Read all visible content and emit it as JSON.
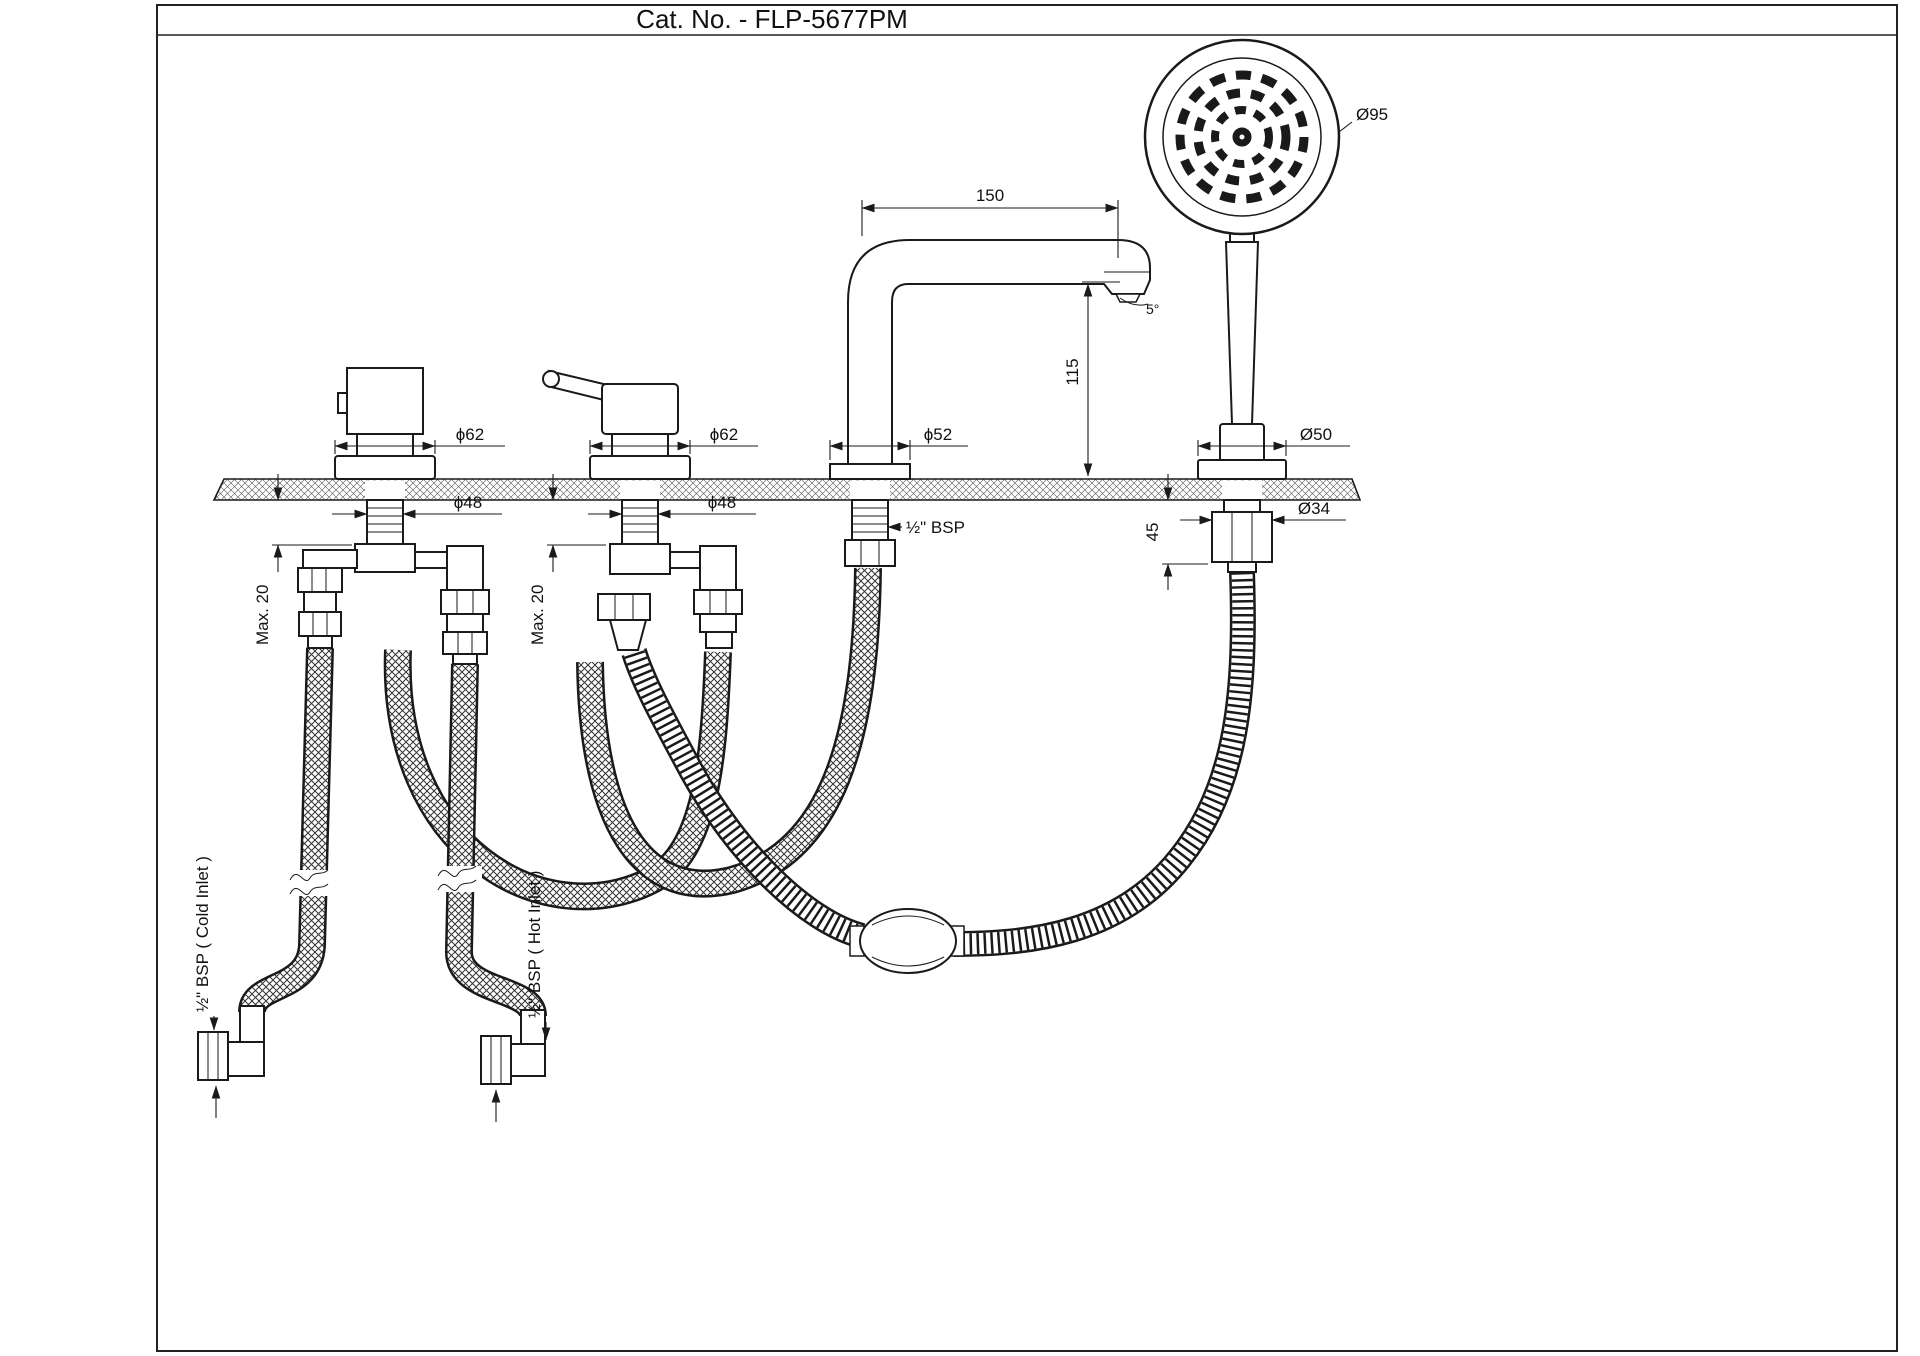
{
  "title_block": {
    "catalog_number_label": "Cat. No. - FLP-5677PM"
  },
  "annotations": {
    "shower_head_diameter": "Ø95",
    "shower_holder_flange_diameter": "Ø50",
    "shower_holder_nut_diameter": "Ø34",
    "shower_holder_under_deck_depth": "45",
    "spout_reach": "150",
    "spout_height": "115",
    "spout_outlet_angle": "5°",
    "spout_flange_diameter": "ϕ52",
    "spout_thread": "½\" BSP",
    "left_valve_flange_diameter": "ϕ62",
    "right_valve_flange_diameter": "ϕ62",
    "left_valve_shank_diameter": "ϕ48",
    "right_valve_shank_diameter": "ϕ48",
    "left_valve_max_deck_thickness": "Max. 20",
    "right_valve_max_deck_thickness": "Max. 20",
    "cold_inlet_label": "½\" BSP ( Cold Inlet )",
    "hot_inlet_label": "½\" BSP ( Hot Inlet )"
  }
}
